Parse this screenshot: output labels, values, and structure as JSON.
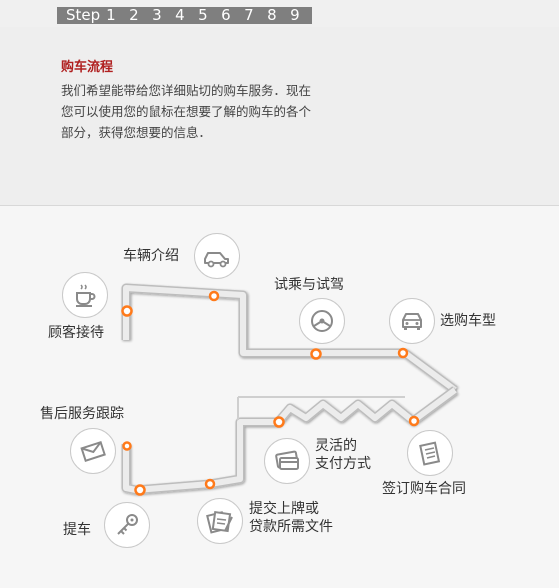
{
  "step_bar": {
    "label": "Step",
    "steps": [
      "1",
      "2",
      "3",
      "4",
      "5",
      "6",
      "7",
      "8",
      "9"
    ]
  },
  "intro": {
    "title": "购车流程",
    "text": "我们希望能带给您详细贴切的购车服务．现在您可以使用您的鼠标在想要了解的购车的各个部分，获得您想要的信息．"
  },
  "flow": {
    "reception": "顾客接待",
    "vehicle_intro": "车辆介绍",
    "test_drive": "试乘与试驾",
    "choose_model": "选购车型",
    "contract": "签订购车合同",
    "payment": "灵活的\n支付方式",
    "payment_line1": "灵活的",
    "payment_line2": "支付方式",
    "plates_loan_line1": "提交上牌或",
    "plates_loan_line2": "贷款所需文件",
    "pickup": "提车",
    "after_sales": "售后服务跟踪"
  },
  "colors": {
    "accent": "#ff7a1a",
    "title_red": "#b02020",
    "step_bar": "#7f7f7f",
    "path": "#e8e8e8"
  },
  "icons": [
    "coffee-cup-icon",
    "car-side-icon",
    "steering-wheel-icon",
    "car-front-icon",
    "contract-document-icon",
    "payment-cards-icon",
    "documents-pen-icon",
    "car-key-icon",
    "envelope-icon"
  ]
}
